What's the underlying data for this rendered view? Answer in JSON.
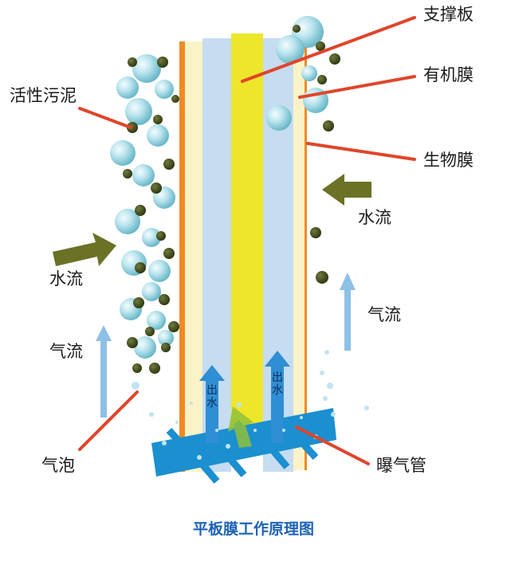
{
  "labels": {
    "support_plate": "支撑板",
    "organic_membrane": "有机膜",
    "biofilm": "生物膜",
    "activated_sludge": "活性污泥",
    "water_flow_left": "水流",
    "water_flow_right": "水流",
    "airflow_left": "气流",
    "airflow_right": "气流",
    "bubbles": "气泡",
    "aeration_pipe": "曝气管",
    "outflow_left": "出水",
    "outflow_right": "出水"
  },
  "caption": "平板膜工作原理图",
  "colors": {
    "leader_line": "#e0452a",
    "biofilm": "#f08a24",
    "membrane": "#fbf3c8",
    "channel": "#c5dcf1",
    "support": "#f1eb2e",
    "sludge_dark": "#3d4a1f",
    "bubble": "#aee0ec",
    "flow_arrow": "#6b7125",
    "air_arrow": "#8ec0e6",
    "aeration": "#1b8fd0",
    "caption": "#1d63b5"
  }
}
